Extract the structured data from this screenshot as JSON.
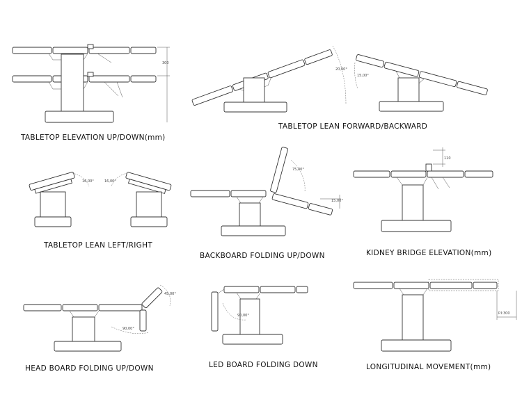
{
  "panels": [
    {
      "id": "tabletop-elevation",
      "caption": "TABLETOP ELEVATION UP/DOWN(mm)",
      "dims": [
        "300"
      ]
    },
    {
      "id": "tabletop-lean-fb",
      "caption": "TABLETOP LEAN FORWARD/BACKWARD",
      "dims": [
        "20,00°",
        "15,00°"
      ]
    },
    {
      "id": "tabletop-lean-lr",
      "caption": "TABLETOP LEAN LEFT/RIGHT",
      "dims": [
        "16,00°",
        "16,00°"
      ]
    },
    {
      "id": "backboard-folding",
      "caption": "BACKBOARD FOLDING UP/DOWN",
      "dims": [
        "75,00°",
        "15,00°"
      ]
    },
    {
      "id": "kidney-bridge",
      "caption": "KIDNEY BRIDGE ELEVATION(mm)",
      "dims": [
        "110"
      ]
    },
    {
      "id": "head-board-folding",
      "caption": "HEAD BOARD FOLDING UP/DOWN",
      "dims": [
        "45,00°",
        "90,00°"
      ]
    },
    {
      "id": "led-board-folding",
      "caption": "LED BOARD FOLDING DOWN",
      "dims": [
        "90,00°"
      ]
    },
    {
      "id": "longitudinal-movement",
      "caption": "LONGITUDINAL MOVEMENT(mm)",
      "dims": [
        "P.I:300"
      ]
    }
  ]
}
